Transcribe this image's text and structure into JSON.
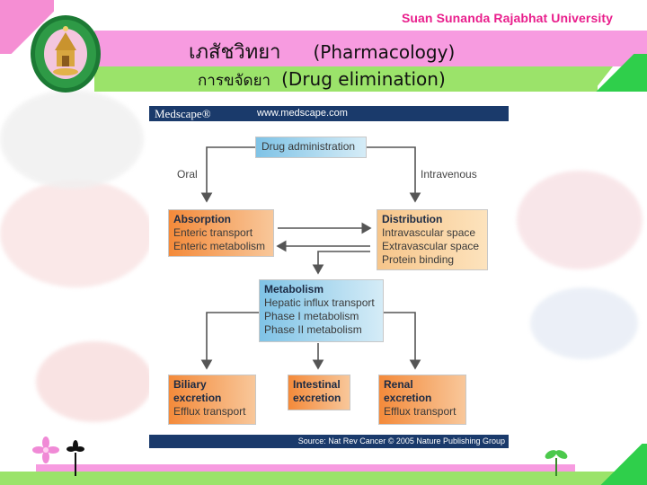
{
  "header": {
    "university": "Suan Sunanda Rajabhat University",
    "title_th": "เภสัชวิทยา",
    "title_en": "(Pharmacology)",
    "subtitle_th": "การขจัดยา",
    "subtitle_en": "(Drug elimination)"
  },
  "figure": {
    "brand": "Medscape®",
    "url": "www.medscape.com",
    "source": "Source: Nat Rev Cancer © 2005 Nature Publishing Group",
    "start": "Drug administration",
    "route_left": "Oral",
    "route_right": "Intravenous",
    "absorption": {
      "title": "Absorption",
      "lines": [
        "Enteric transport",
        "Enteric metabolism"
      ]
    },
    "distribution": {
      "title": "Distribution",
      "lines": [
        "Intravascular space",
        "Extravascular space",
        "Protein binding"
      ]
    },
    "metabolism": {
      "title": "Metabolism",
      "lines": [
        "Hepatic influx transport",
        "Phase I metabolism",
        "Phase II metabolism"
      ]
    },
    "biliary": {
      "title1": "Biliary",
      "title2": "excretion",
      "line": "Efflux transport"
    },
    "intestinal": {
      "title1": "Intestinal",
      "title2": "excretion"
    },
    "renal": {
      "title1": "Renal",
      "title2": "excretion",
      "line": "Efflux transport"
    }
  },
  "colors": {
    "pink": "#f79be0",
    "green": "#9be36a",
    "university_text": "#e91e8c",
    "medscape_bar": "#1a3a6b",
    "box_orange": "#f48a3a",
    "box_blue": "#7fc3e6"
  }
}
